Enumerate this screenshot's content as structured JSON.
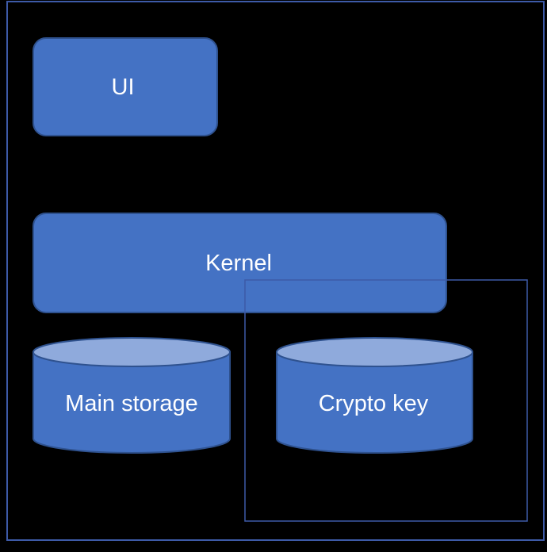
{
  "diagram": {
    "ui_label": "UI",
    "kernel_label": "Kernel",
    "main_storage_label": "Main storage",
    "crypto_key_label": "Crypto key"
  },
  "colors": {
    "background": "#000000",
    "box_fill": "#4472c4",
    "box_stroke": "#2f528f",
    "cylinder_top": "#8faadc",
    "outline": "#3d5aa7",
    "text": "#ffffff"
  }
}
